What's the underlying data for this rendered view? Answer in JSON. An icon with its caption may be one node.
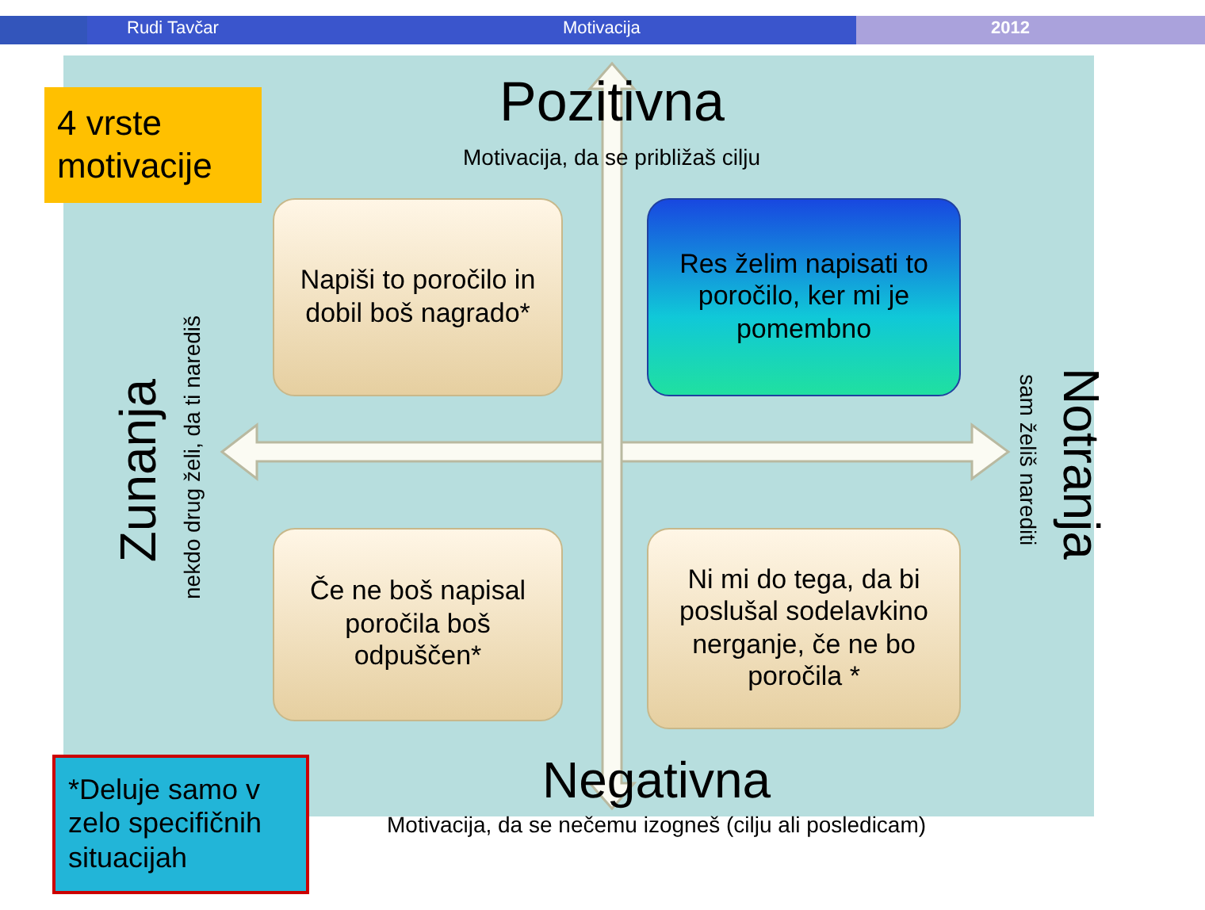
{
  "diagram": {
    "nodes": [
      {
        "text": [
          "4 vrste motivacije"
        ]
      },
      {
        "text": [
          "Napiši to poročilo in dobil boš nagrado*"
        ]
      },
      {
        "text": [
          "Res želim napisati to poročilo, ker mi je pomembno"
        ]
      },
      {
        "text": [
          "Če ne boš napisal poročila boš odpuščen*"
        ]
      },
      {
        "text": [
          "Ni mi do tega, da bi poslušal sodelavkino nerganje, če ne bo poročila *"
        ]
      },
      {
        "text": [
          "*Deluje samo v zelo specifičnih situacijah"
        ]
      }
    ],
    "labels": [
      "Rudi Tavčar",
      "Motivacija",
      "2012",
      "Pozitivna",
      "Motivacija, da se približaš cilju",
      "Zunanja",
      "nekdo drug želi, da ti narediš",
      "Notranja",
      "sam želiš narediti",
      "Negativna",
      "Motivacija, da se nečemu izogneš (cilju ali posledicam)"
    ]
  }
}
